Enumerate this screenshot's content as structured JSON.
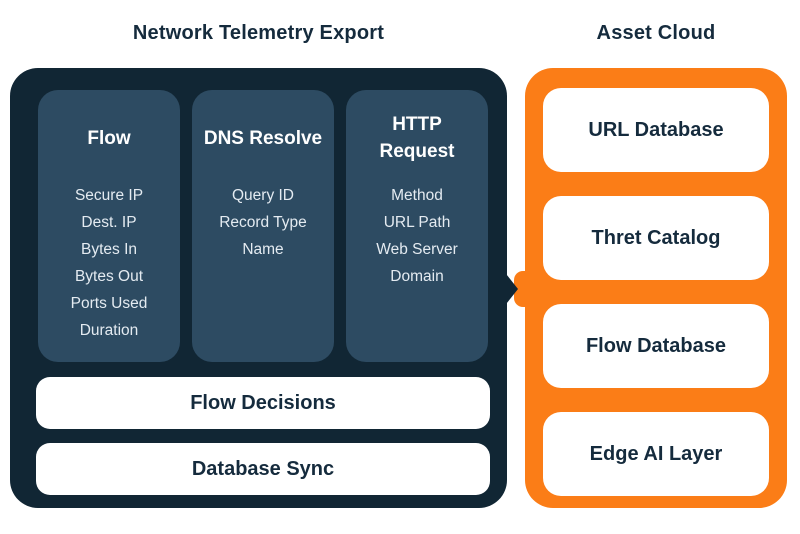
{
  "colors": {
    "background": "#ffffff",
    "panel_dark": "#112634",
    "column_bg": "#2d4b62",
    "orange": "#fb7d17",
    "text_dark_navy": "#152b3d",
    "text_light": "#e4ebf1"
  },
  "left_section": {
    "title": "Network Telemetry Export",
    "columns": [
      {
        "title": "Flow",
        "items": [
          "Secure IP",
          "Dest. IP",
          "Bytes In",
          "Bytes Out",
          "Ports Used",
          "Duration"
        ]
      },
      {
        "title": "DNS Resolve",
        "items": [
          "Query ID",
          "Record Type",
          "Name"
        ]
      },
      {
        "title": "HTTP Request",
        "items": [
          "Method",
          "URL Path",
          "Web Server Domain"
        ]
      }
    ],
    "bars": [
      {
        "label": "Flow Decisions"
      },
      {
        "label": "Database Sync"
      }
    ]
  },
  "right_section": {
    "title": "Asset Cloud",
    "boxes": [
      {
        "label": "URL Database"
      },
      {
        "label": "Thret Catalog"
      },
      {
        "label": "Flow Database"
      },
      {
        "label": "Edge AI Layer"
      }
    ]
  },
  "icons": {
    "connector": "right-arrow-into-socket"
  }
}
